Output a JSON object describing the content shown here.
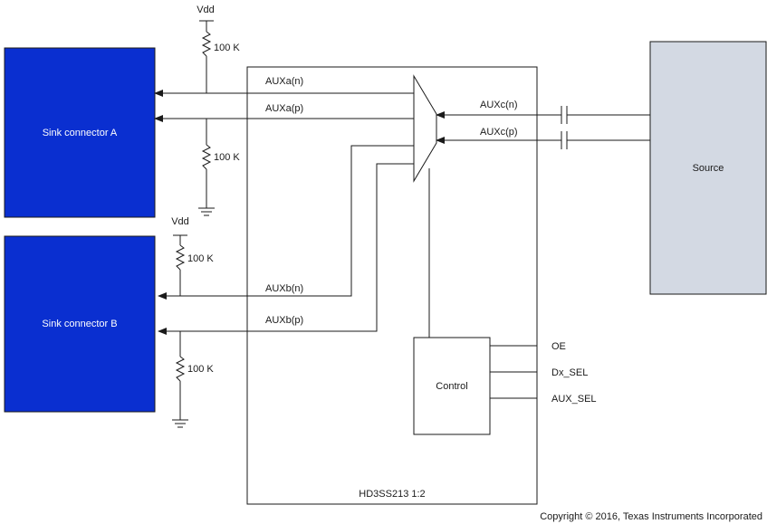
{
  "colors": {
    "sink_fill": "#0a2fd0",
    "source_fill": "#d3d9e3",
    "line": "#1a1a1a"
  },
  "blocks": {
    "sink_a": "Sink connector A",
    "sink_b": "Sink connector B",
    "source": "Source",
    "control": "Control",
    "chip": "HD3SS213 1:2"
  },
  "signals": {
    "auxa_n": "AUXa(n)",
    "auxa_p": "AUXa(p)",
    "auxb_n": "AUXb(n)",
    "auxb_p": "AUXb(p)",
    "auxc_n": "AUXc(n)",
    "auxc_p": "AUXc(p)"
  },
  "control_inputs": {
    "oe": "OE",
    "dx_sel": "Dx_SEL",
    "aux_sel": "AUX_SEL"
  },
  "supply": {
    "vdd_top": "Vdd",
    "vdd_bottom": "Vdd"
  },
  "resistors": {
    "r1": "100 K",
    "r2": "100 K",
    "r3": "100 K",
    "r4": "100 K"
  },
  "icons": {
    "resistor": "resistor-icon",
    "ground": "ground-icon",
    "capacitor": "capacitor-icon",
    "mux": "mux-icon",
    "arrow": "arrowhead-icon"
  },
  "copyright": "Copyright © 2016, Texas Instruments Incorporated"
}
